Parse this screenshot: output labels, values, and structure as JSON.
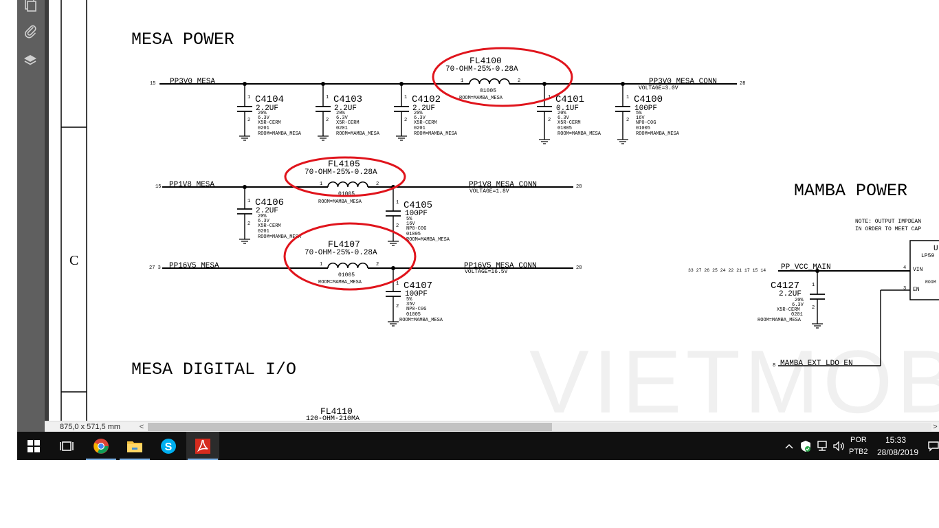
{
  "schematic": {
    "sections": {
      "mesa_power": "MESA POWER",
      "mesa_digital_io": "MESA DIGITAL I/O",
      "mamba_power": "MAMBA POWER",
      "border_row": "C"
    },
    "nets": {
      "pp3v0_mesa": "PP3V0_MESA",
      "pp3v0_mesa_pin": "15",
      "pp3v0_mesa_conn": "PP3V0_MESA_CONN",
      "pp3v0_mesa_conn_pin": "28",
      "pp3v0_voltage": "VOLTAGE=3.0V",
      "pp1v8_mesa": "PP1V8_MESA",
      "pp1v8_mesa_pin": "15",
      "pp1v8_mesa_conn": "PP1V8_MESA_CONN",
      "pp1v8_mesa_conn_pin": "28",
      "pp1v8_voltage": "VOLTAGE=1.8V",
      "pp16v5_mesa": "PP16V5_MESA",
      "pp16v5_mesa_pin": "27 3",
      "pp16v5_mesa_conn": "PP16V5_MESA_CONN",
      "pp16v5_mesa_conn_pin": "28",
      "pp16v5_voltage": "VOLTAGE=16.5V",
      "pp_vcc_main": "PP_VCC_MAIN",
      "pp_vcc_main_pins": "33 27 26 25 24 22 21 17 15 14",
      "mamba_ext_ldo_en": "MAMBA_EXT_LDO_EN",
      "mamba_ext_ldo_en_pin": "8"
    },
    "filters": [
      {
        "ref": "FL4100",
        "value": "70-OHM-25%-0.28A",
        "pkg": "01005",
        "room": "ROOM=MAMBA_MESA",
        "pin1": "1",
        "pin2": "2"
      },
      {
        "ref": "FL4105",
        "value": "70-OHM-25%-0.28A",
        "pkg": "01005",
        "room": "ROOM=MAMBA_MESA",
        "pin1": "1",
        "pin2": "2"
      },
      {
        "ref": "FL4107",
        "value": "70-OHM-25%-0.28A",
        "pkg": "01005",
        "room": "ROOM=MAMBA_MESA",
        "pin1": "1",
        "pin2": "2"
      },
      {
        "ref": "FL4110",
        "value": "120-OHM-210MA"
      }
    ],
    "capacitors": [
      {
        "ref": "C4104",
        "value": "2.2UF",
        "tol": "20%",
        "volt": "6.3V",
        "diel": "X5R-CERM",
        "pkg": "0201",
        "room": "ROOM=MAMBA_MESA"
      },
      {
        "ref": "C4103",
        "value": "2.2UF",
        "tol": "20%",
        "volt": "6.3V",
        "diel": "X5R-CERM",
        "pkg": "0201",
        "room": "ROOM=MAMBA_MESA"
      },
      {
        "ref": "C4102",
        "value": "2.2UF",
        "tol": "20%",
        "volt": "6.3V",
        "diel": "X5R-CERM",
        "pkg": "0201",
        "room": "ROOM=MAMBA_MESA"
      },
      {
        "ref": "C4101",
        "value": "0.1UF",
        "tol": "20%",
        "volt": "6.3V",
        "diel": "X5R-CERM",
        "pkg": "01005",
        "room": "ROOM=MAMBA_MESA"
      },
      {
        "ref": "C4100",
        "value": "100PF",
        "tol": "5%",
        "volt": "16V",
        "diel": "NP0-C0G",
        "pkg": "01005",
        "room": "ROOM=MAMBA_MESA"
      },
      {
        "ref": "C4106",
        "value": "2.2UF",
        "tol": "20%",
        "volt": "6.3V",
        "diel": "X5R-CERM",
        "pkg": "0201",
        "room": "ROOM=MAMBA_MESA"
      },
      {
        "ref": "C4105",
        "value": "100PF",
        "tol": "5%",
        "volt": "16V",
        "diel": "NP0-C0G",
        "pkg": "01005",
        "room": "ROOM=MAMBA_MESA"
      },
      {
        "ref": "C4107",
        "value": "100PF",
        "tol": "5%",
        "volt": "35V",
        "diel": "NP0-C0G",
        "pkg": "01005",
        "room": "ROOM=MAMBA_MESA"
      },
      {
        "ref": "C4127",
        "value": "2.2UF",
        "tol": "20%",
        "volt": "6.3V",
        "diel": "X5R-CERM",
        "pkg": "0201",
        "room": "ROOM=MAMBA_MESA"
      }
    ],
    "cap_pin1": "1",
    "cap_pin2": "2",
    "mamba_note_line1": "NOTE: OUTPUT IMPDEAN",
    "mamba_note_line2": "IN ORDER TO MEET CAP",
    "ic": {
      "ref_partial": "U",
      "part_partial": "LP59",
      "pin_vin_num": "4",
      "pin_vin": "VIN",
      "pin_en_num": "3",
      "pin_en": "EN",
      "room_partial": "ROOM"
    },
    "watermark": "VIETMOB"
  },
  "status_bar": {
    "page_size": "875,0 x 571,5 mm",
    "scroll_left": "<",
    "scroll_right": ">"
  },
  "taskbar": {
    "apps": [
      {
        "name": "start",
        "icon": "windows-logo-icon"
      },
      {
        "name": "task-view",
        "icon": "task-view-icon"
      },
      {
        "name": "chrome",
        "icon": "chrome-icon"
      },
      {
        "name": "file-explorer",
        "icon": "folder-icon"
      },
      {
        "name": "skype",
        "icon": "skype-icon"
      },
      {
        "name": "acrobat",
        "icon": "acrobat-icon"
      }
    ],
    "tray": {
      "language": "POR",
      "layout": "PTB2",
      "time": "15:33",
      "date": "28/08/2019"
    }
  },
  "colors": {
    "highlight_circle": "#e0141c",
    "wire": "#000000",
    "taskbar": "#101010",
    "sidebar": "#5f5f5f"
  }
}
